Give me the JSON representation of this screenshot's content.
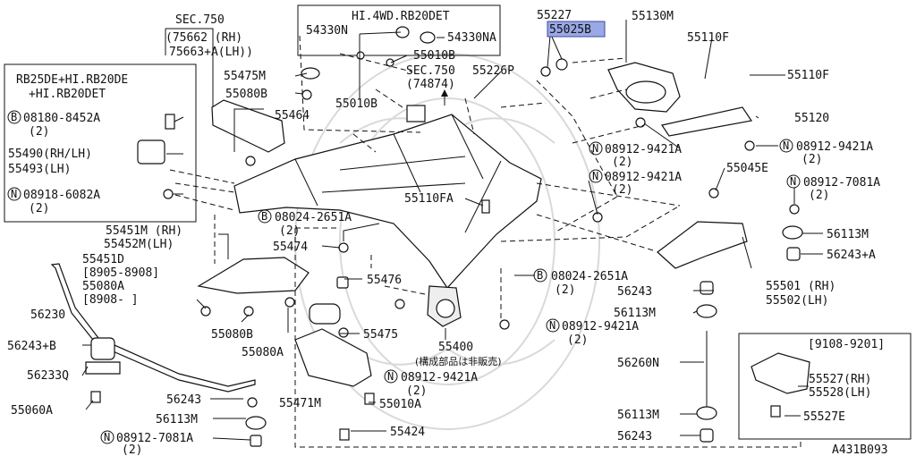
{
  "diagram_id": "A431B093",
  "highlight_color": "#9aa8e6",
  "boxes": {
    "left_variant": [
      "RB25DE+HI.RB20DE",
      "+HI.RB20DET"
    ],
    "top_variant": "HI.4WD.RB20DET",
    "date_variant": "[9108-9201]"
  },
  "labels": {
    "sec750_a": "SEC.750",
    "sec750_a_rh": "(75662  (RH)",
    "sec750_a_lh": "75663+A(LH))",
    "sec750_b": "SEC.750",
    "sec750_b_ref": "(74874)",
    "p54330N": "54330N",
    "p54330NA": "54330NA",
    "p55010B_top": "55010B",
    "p55010B_mid": "55010B",
    "p55227": "55227",
    "p55025B": "55025B",
    "p55226P": "55226P",
    "p55130M": "55130M",
    "p55110F_a": "55110F",
    "p55110F_b": "55110F",
    "p55120": "55120",
    "p55475M": "55475M",
    "p55080B_a": "55080B",
    "p55464": "55464",
    "b08180": "08180-8452A",
    "b08180_q": "(2)",
    "p55490": "55490(RH/LH)",
    "p55493": "55493(LH)",
    "n08918": "08918-6082A",
    "n08918_q": "(2)",
    "n08912_a": "08912-9421A",
    "n08912_a_q": "(2)",
    "n08912_b": "08912-9421A",
    "n08912_b_q": "(2)",
    "n08912_c": "08912-9421A",
    "n08912_c_q": "(2)",
    "p55045E": "55045E",
    "n08912_7081_a": "08912-7081A",
    "n08912_7081_a_q": "(2)",
    "p55110FA": "55110FA",
    "b08024_a": "08024-2651A",
    "b08024_a_q": "(2)",
    "p55451M": "55451M (RH)",
    "p55452M": "55452M(LH)",
    "p55474": "55474",
    "p56113M_a": "56113M",
    "p56243A": "56243+A",
    "p55451D": "55451D",
    "p55451D_date": "[8905-8908]",
    "p55080A_a": "55080A",
    "p55080A_date": "[8908-   ]",
    "b08024_b": "08024-2651A",
    "b08024_b_q": "(2)",
    "p56243_a": "56243",
    "p55501": "55501 (RH)",
    "p55502": "55502(LH)",
    "p55476": "55476",
    "p56230": "56230",
    "p56113M_b": "56113M",
    "p56243B": "56243+B",
    "p55080B_b": "55080B",
    "p55475": "55475",
    "p55400": "55400",
    "p55400_note": "(構成部品は非販売)",
    "n08912_d": "08912-9421A",
    "n08912_d_q": "(2)",
    "p56233Q": "56233Q",
    "p55080A_b": "55080A",
    "n08912_e": "08912-9421A",
    "n08912_e_q": "(2)",
    "p56260N": "56260N",
    "p55527": "55527(RH)",
    "p55528": "55528(LH)",
    "p56243_b": "56243",
    "p55471M": "55471M",
    "p55010A": "55010A",
    "p55060A": "55060A",
    "p56113M_c": "56113M",
    "p56113M_d": "56113M",
    "p55527E": "55527E",
    "n08912_7081_b": "08912-7081A",
    "n08912_7081_b_q": "(2)",
    "p55424": "55424",
    "p56243_c": "56243"
  },
  "markers": {
    "B": "B",
    "N": "N"
  }
}
